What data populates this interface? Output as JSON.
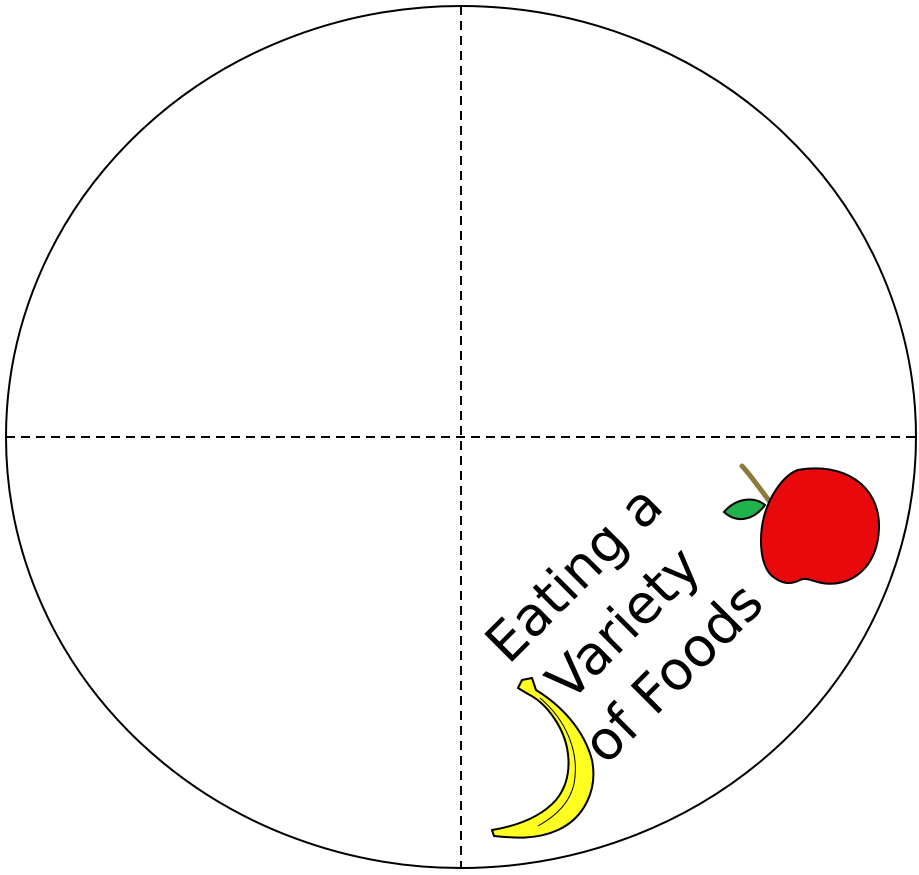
{
  "title": {
    "line1": "Eating a",
    "line2": "Variety",
    "line3": "of Foods"
  },
  "icons": {
    "apple": "apple-icon",
    "banana": "banana-icon"
  },
  "colors": {
    "outline": "#000000",
    "background": "#ffffff",
    "apple_red": "#e8090d",
    "leaf_green": "#22b24c",
    "stem_brown": "#8a7a3c",
    "banana_yellow": "#ffff22"
  }
}
